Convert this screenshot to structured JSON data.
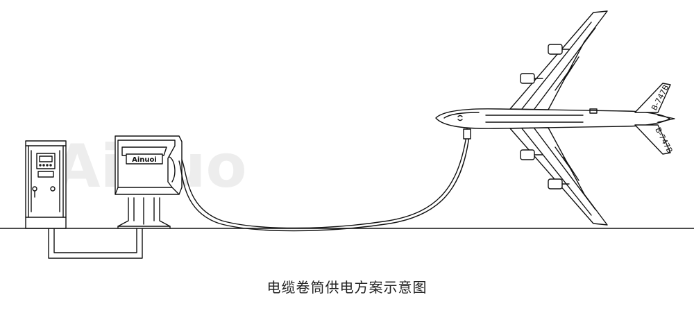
{
  "caption": "电缆卷筒供电方案示意图",
  "watermark": "Ainuo",
  "reel": {
    "brand_label": "Ainuoi"
  },
  "aircraft": {
    "registration_upper": "B-747B",
    "registration_lower": "B-747B"
  },
  "colors": {
    "line": "#111111",
    "background": "#ffffff",
    "watermark": "#e6e6e6"
  }
}
